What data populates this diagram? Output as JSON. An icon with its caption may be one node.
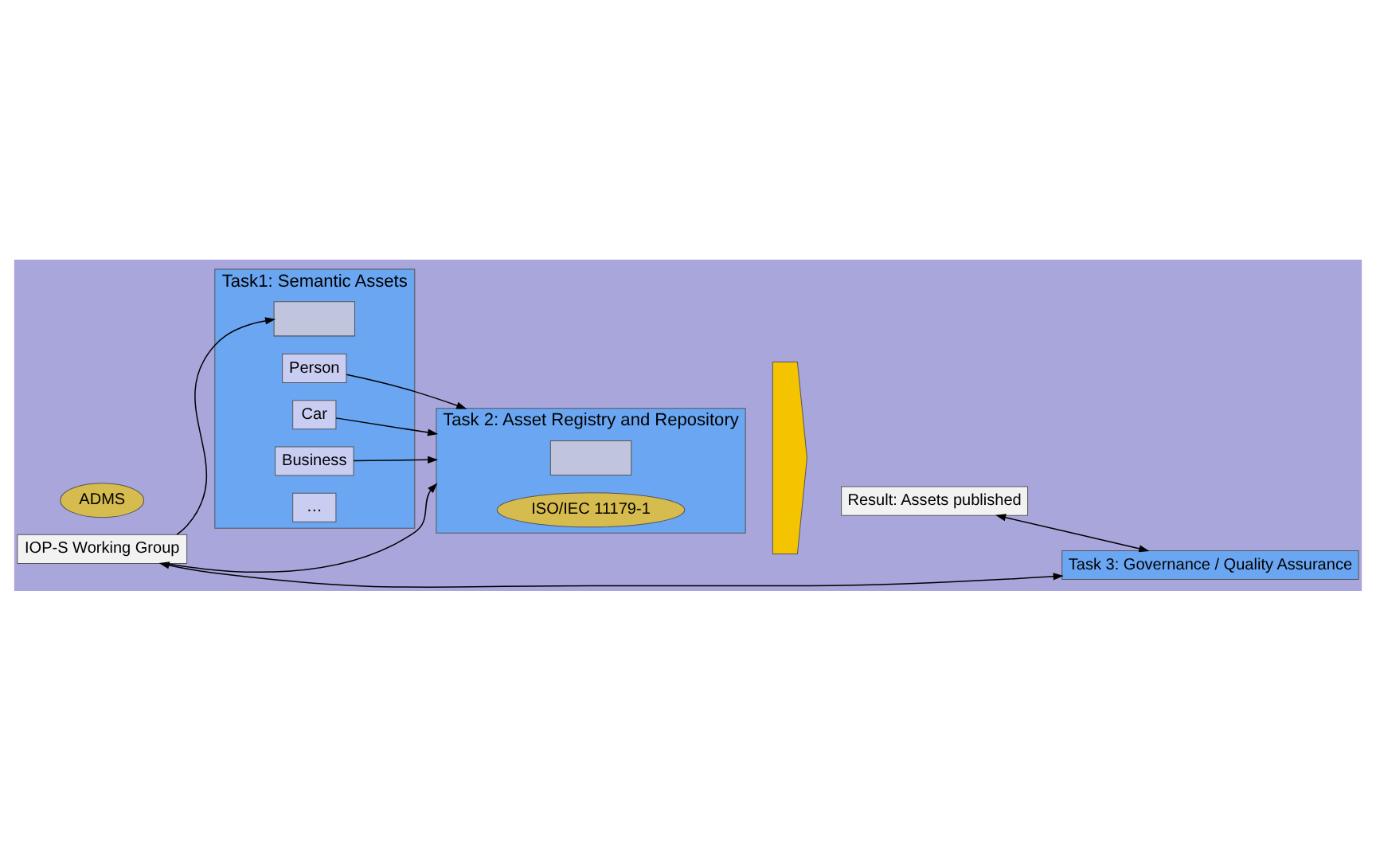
{
  "diagram": {
    "nodes": [
      {
        "text": [
          "IOP-S Working Group"
        ]
      },
      {
        "text": [
          "Task1: Semantic Assets"
        ]
      },
      {
        "text": [],
        "shape": "box",
        "in": 1
      },
      {
        "text": [
          "Person"
        ],
        "in": 1
      },
      {
        "text": [
          "Car"
        ],
        "in": 1
      },
      {
        "text": [
          "Business"
        ],
        "in": 1
      },
      {
        "text": [
          "…"
        ],
        "in": 1
      },
      {
        "text": [
          "ADMS"
        ]
      },
      {
        "text": [
          "Task 2: Asset Registry and Repository"
        ]
      },
      {
        "text": [],
        "shape": "box",
        "in": 8
      },
      {
        "text": [
          "ISO/IEC 11179-1"
        ],
        "in": 8
      },
      {
        "text": [
          "Task 3: Governance / Quality Assurance"
        ]
      },
      {
        "text": [],
        "shape": "arrow"
      },
      {
        "text": [
          "Result: Assets published"
        ]
      }
    ],
    "edges": [
      {
        "from": 0,
        "to": 2,
        "arrow": "to"
      },
      {
        "from": 0,
        "to": 8,
        "arrow": "to"
      },
      {
        "from": 0,
        "to": 11,
        "arrow": "both"
      },
      {
        "from": 3,
        "to": 8,
        "arrow": "to"
      },
      {
        "from": 5,
        "to": 8,
        "arrow": "to"
      },
      {
        "from": 4,
        "to": 8,
        "arrow": "to"
      },
      {
        "from": 13,
        "to": 11,
        "arrow": "both"
      }
    ]
  }
}
